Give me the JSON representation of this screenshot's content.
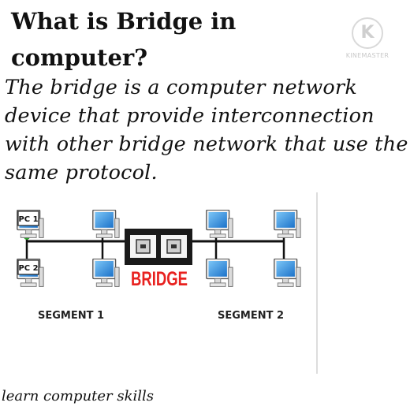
{
  "title": "What is Bridge in computer?",
  "watermark": {
    "logo_letter": "K",
    "brand": "KINEMASTER"
  },
  "description": "The bridge is a computer network device that provide interconnection with other bridge network that use the same protocol.",
  "diagram": {
    "pc1_label": "PC 1",
    "pc2_label": "PC 2",
    "bridge_label": "BRIDGE",
    "segment1_label": "SEGMENT 1",
    "segment2_label": "SEGMENT 2",
    "colors": {
      "bridge_text": "#e8211f",
      "monitor_screen": "#2a8fe0",
      "pc_highlight": "#2e9e2e"
    }
  },
  "footer": "learn computer skills"
}
